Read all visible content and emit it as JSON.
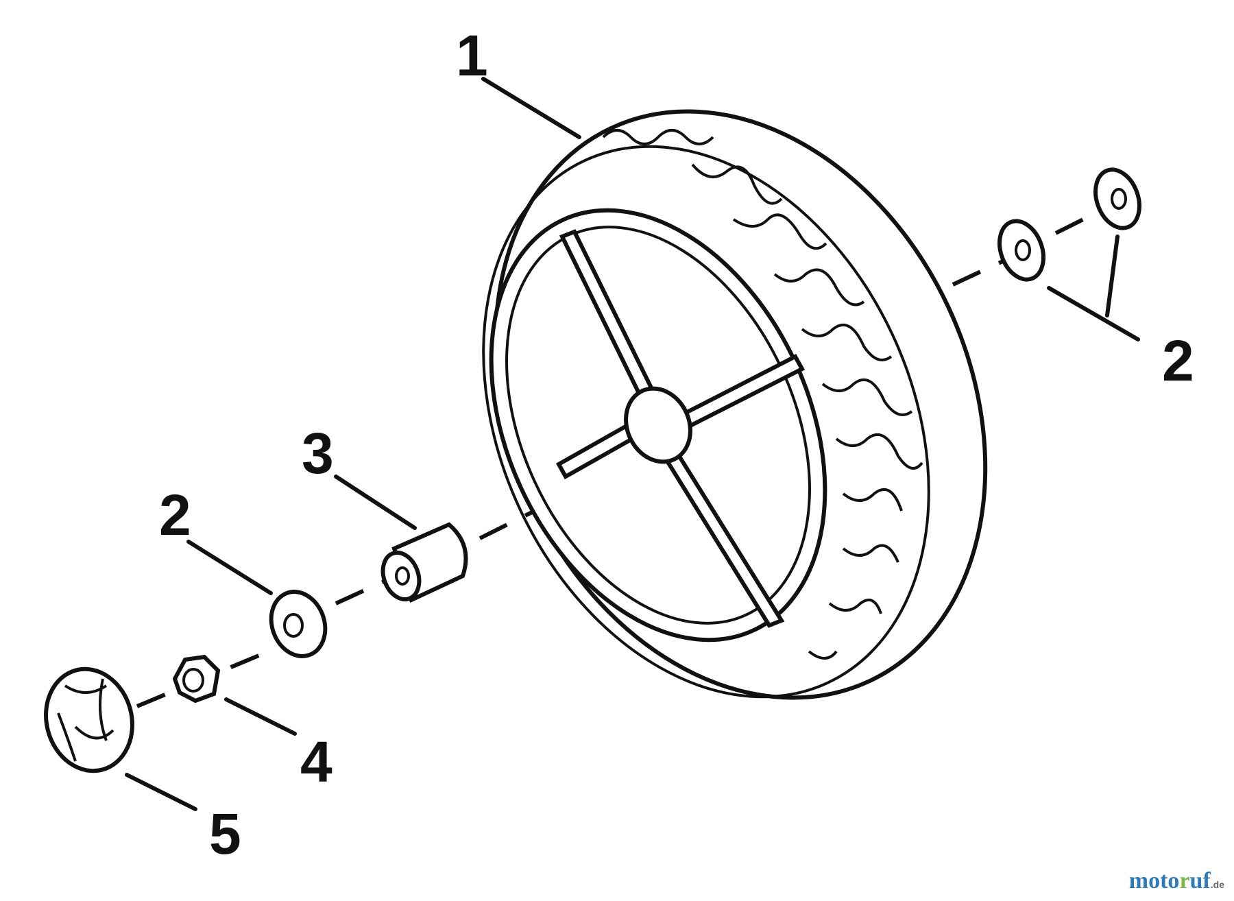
{
  "callouts": {
    "wheel": "1",
    "spacer_right": "2",
    "bushing": "3",
    "spacer_left": "2",
    "nut": "4",
    "cap": "5"
  },
  "watermark": {
    "part1": "moto",
    "part2": "r",
    "part3": "uf",
    "tld": ".de"
  },
  "colors": {
    "line": "#111111",
    "watermark_blue": "#2e7bb8",
    "watermark_green": "#7ab648"
  }
}
